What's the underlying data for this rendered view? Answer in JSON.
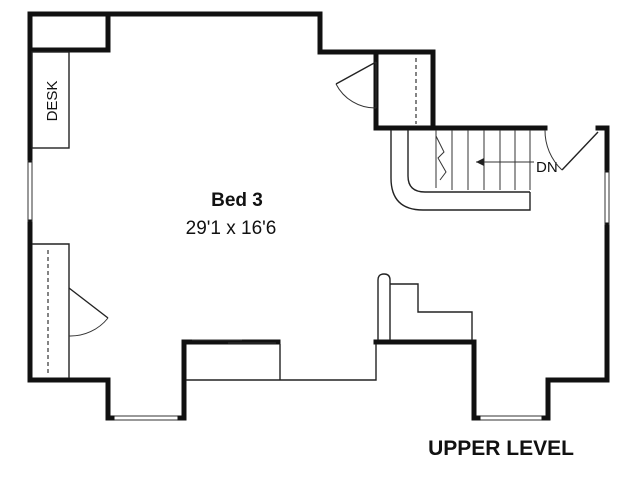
{
  "room": {
    "name": "Bed 3",
    "dimensions": "29'1 x 16'6"
  },
  "labels": {
    "desk": "DESK",
    "stairs_direction": "DN",
    "level": "UPPER LEVEL"
  }
}
